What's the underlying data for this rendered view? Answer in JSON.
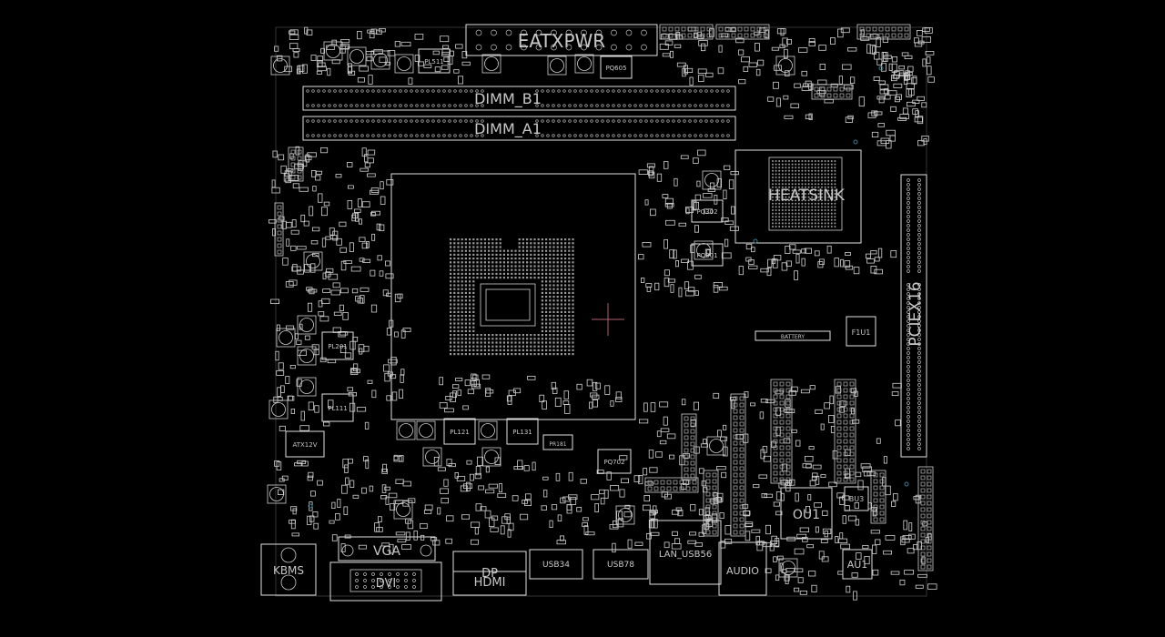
{
  "labels": {
    "eatxpwr": "EATXPWR",
    "dimm_b1": "DIMM_B1",
    "dimm_a1": "DIMM_A1",
    "heatsink": "HEATSINK",
    "pciex16": "PCIEX16",
    "battery": "BATTERY",
    "f1u1": "F1U1",
    "pl511": "PL511",
    "pq605": "PQ605",
    "pq302": "PQ302",
    "pq301": "PQ301",
    "pl201": "PL201",
    "pl111": "PL111",
    "pl121": "PL121",
    "pl131": "PL131",
    "pr181": "PR181",
    "pq702": "PQ702",
    "atx12v": "ATX12V",
    "ou1": "OU1",
    "bu3": "BU3",
    "au1": "AU1",
    "kbms": "KBMS",
    "vga": "VGA",
    "dvi": "DVI",
    "dp": "DP",
    "hdmi": "HDMI",
    "usb34": "USB34",
    "usb78": "USB78",
    "lan_usb56": "LAN_USB56",
    "audio": "AUDIO"
  },
  "colors": {
    "background": "#000000",
    "outline": "#e0e0e0",
    "label": "#c8c8c8",
    "cursor": "#b06070",
    "via": "#3a7f8f"
  }
}
